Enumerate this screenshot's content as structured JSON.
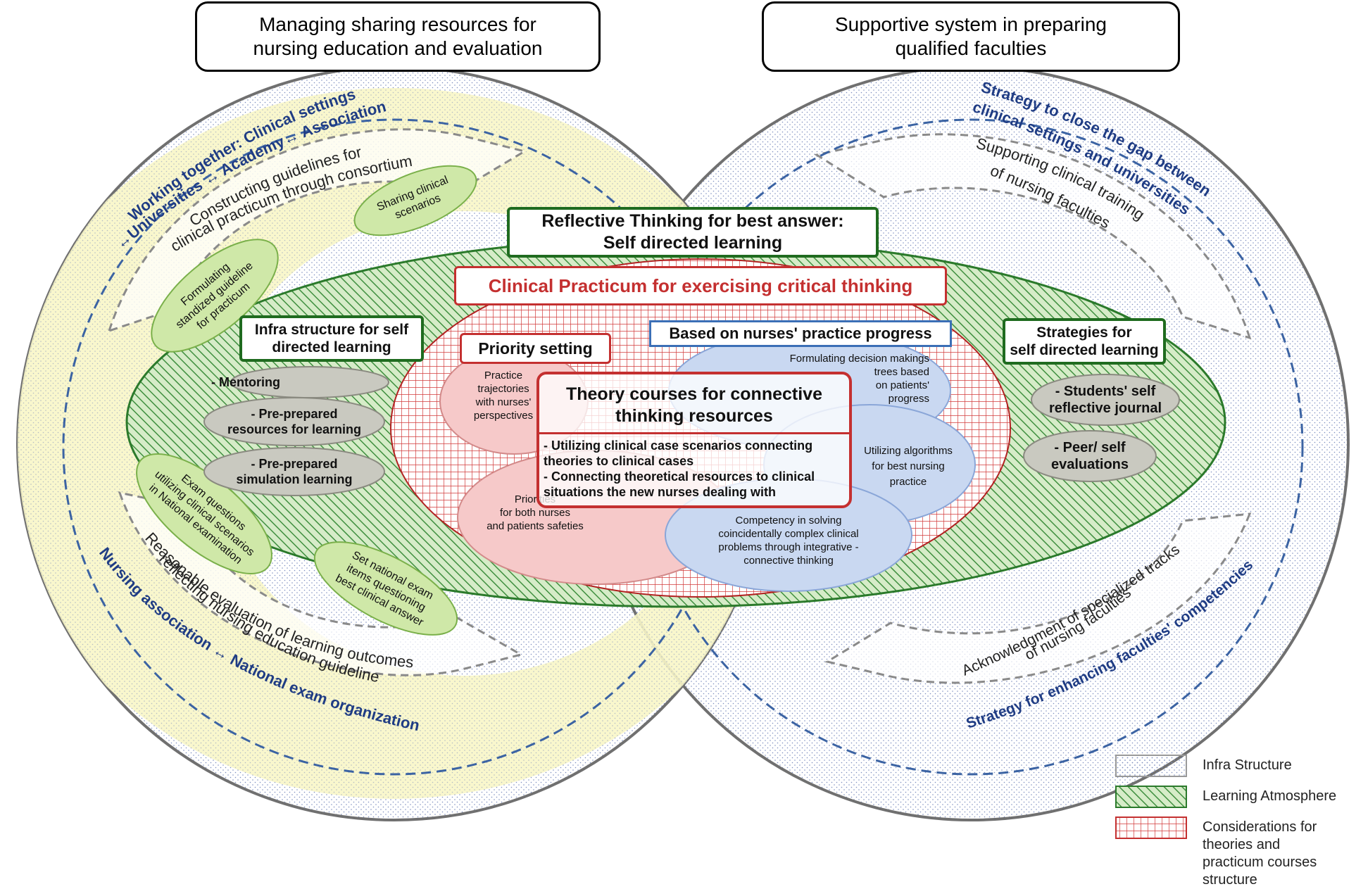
{
  "titles": {
    "left": "Managing sharing resources for\nnursing education and evaluation",
    "right": "Supportive system in preparing\nqualified faculties"
  },
  "arc_labels": {
    "working_together_1": "Working together: Clinical settings",
    "working_together_2": "↔Universities ↔ Academy↔ Association",
    "constructing_1": "Constructing guidelines for",
    "constructing_2": "clinical practicum through consortium",
    "nursing_association": "Nursing association ↔ National exam organization",
    "reasonable_1": "Reasonable evaluation of learning outcomes",
    "reasonable_2": "reflecting nursing education guideline",
    "strategy_gap_1": "Strategy to close the gap between",
    "strategy_gap_2": "clinical settings and universities",
    "supporting_1": "Supporting clinical training",
    "supporting_2": "of nursing faculties",
    "strategy_enhancing": "Strategy for enhancing faculties' competencies",
    "acknowledgment_1": "Acknowledgment of specialized tracks",
    "acknowledgment_2": "of nursing faculties"
  },
  "green_pills": {
    "sharing": "Sharing clinical\nscenarios",
    "formulating": "Formulating\nstandized guideline\nfor practicum",
    "exam_questions": "Exam questions\nutilizing clinical scenarios\nin National examination",
    "set_national": "Set national exam\nitems questioning\nbest clinical answer"
  },
  "boxes": {
    "reflective": "Reflective Thinking for best answer:\nSelf directed learning",
    "clinical_practicum": "Clinical Practicum for exercising critical thinking",
    "infra_structure": "Infra structure for self\ndirected learning",
    "strategies": "Strategies for\nself directed learning",
    "priority_setting": "Priority setting",
    "based_on": "Based on nurses' practice progress"
  },
  "gray_pills": {
    "mentoring": "- Mentoring",
    "pre_resources": "- Pre-prepared\nresources for learning",
    "pre_simulation": "- Pre-prepared\nsimulation learning",
    "journal": "- Students' self\nreflective journal",
    "peer": "- Peer/ self\nevaluations"
  },
  "inner_ovals": {
    "trajectories": "Practice\ntrajectories\nwith nurses'\nperspectives",
    "priorities": "Priorities\nfor both nurses\nand patients safeties",
    "decision_trees": "Formulating decision makings\ntrees based\non patients'\nprogress",
    "algorithms": "Utilizing algorithms\nfor best nursing\npractice",
    "competency": "Competency in solving\ncoincidentally complex clinical\nproblems through integrative -\nconnective thinking"
  },
  "theory": {
    "title": "Theory courses for connective\nthinking resources",
    "point_1": "- Utilizing clinical case scenarios connecting theories to clinical cases",
    "point_2": "- Connecting theoretical resources to clinical situations the  new nurses dealing with"
  },
  "legend": {
    "infra": "Infra Structure",
    "learning": "Learning Atmosphere",
    "considerations": "Considerations for\ntheories and\npracticum courses\nstructure"
  },
  "colors": {
    "outer_stroke": "#707070",
    "yellow_fill": "#f8f6c8",
    "green_stroke": "#2b7a2b",
    "hatch_green": "#3f8f3f",
    "grid_red": "#d23a3a",
    "blue_oval": "#c9d8f1",
    "blue_dash": "#3b63a3",
    "red_oval": "#f6c9c9",
    "green_pill": "#cfe8a8",
    "gray_pill": "#c9c9c0",
    "label_blue": "#1f3c84"
  }
}
